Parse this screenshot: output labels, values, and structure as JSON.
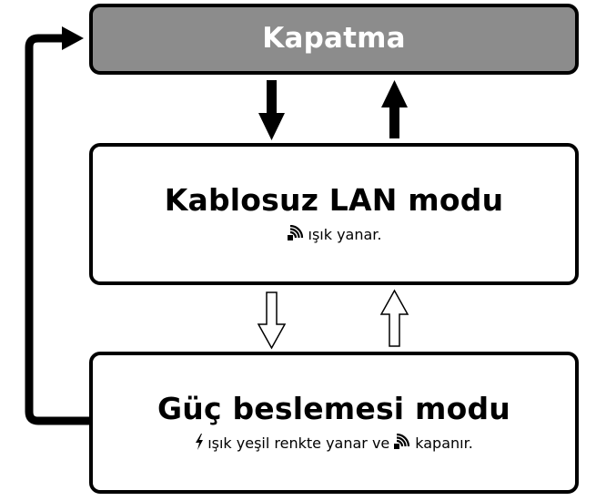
{
  "nodes": {
    "off": {
      "title": "Kapatma"
    },
    "wireless_lan": {
      "title": "Kablosuz LAN modu",
      "desc_icon": "wireless-signal-icon",
      "desc_text": "ışık yanar."
    },
    "power_supply": {
      "title": "Güç beslemesi modu",
      "desc_icon_1": "lightning-bolt-icon",
      "desc_text_1": "ışık yeşil renkte yanar ve",
      "desc_icon_2": "wireless-signal-icon",
      "desc_text_2": "kapanır."
    }
  },
  "arrows": [
    {
      "from": "off",
      "to": "wireless_lan",
      "style": "filled"
    },
    {
      "from": "wireless_lan",
      "to": "off",
      "style": "filled"
    },
    {
      "from": "wireless_lan",
      "to": "power_supply",
      "style": "outline"
    },
    {
      "from": "power_supply",
      "to": "wireless_lan",
      "style": "outline"
    },
    {
      "from": "power_supply",
      "to": "off",
      "style": "thick-loop"
    }
  ],
  "colors": {
    "off_box_fill": "#8c8c8c",
    "off_box_text": "#ffffff",
    "stroke": "#000000",
    "background": "#ffffff"
  }
}
